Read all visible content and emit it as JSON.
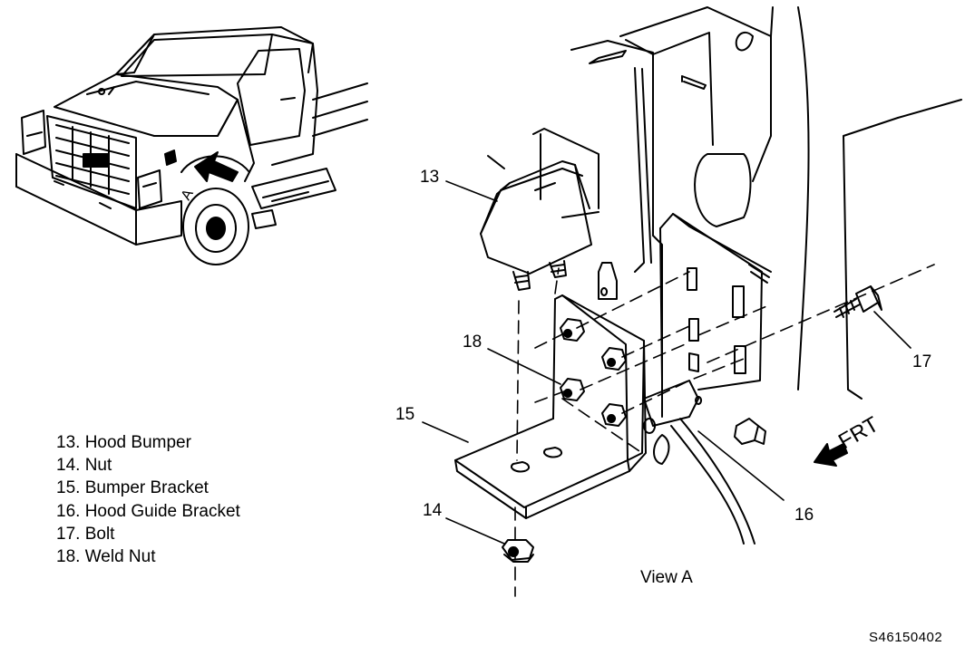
{
  "legend": [
    {
      "num": "13.",
      "text": "Hood Bumper"
    },
    {
      "num": "14.",
      "text": "Nut"
    },
    {
      "num": "15.",
      "text": "Bumper Bracket"
    },
    {
      "num": "16.",
      "text": "Hood Guide Bracket"
    },
    {
      "num": "17.",
      "text": "Bolt"
    },
    {
      "num": "18.",
      "text": "Weld Nut"
    }
  ],
  "callouts": {
    "c13": "13",
    "c14": "14",
    "c15": "15",
    "c16": "16",
    "c17": "17",
    "c18": "18"
  },
  "view_marker": "A",
  "view_label": "View A",
  "direction_label": "FRT",
  "figure_id": "S46150402"
}
